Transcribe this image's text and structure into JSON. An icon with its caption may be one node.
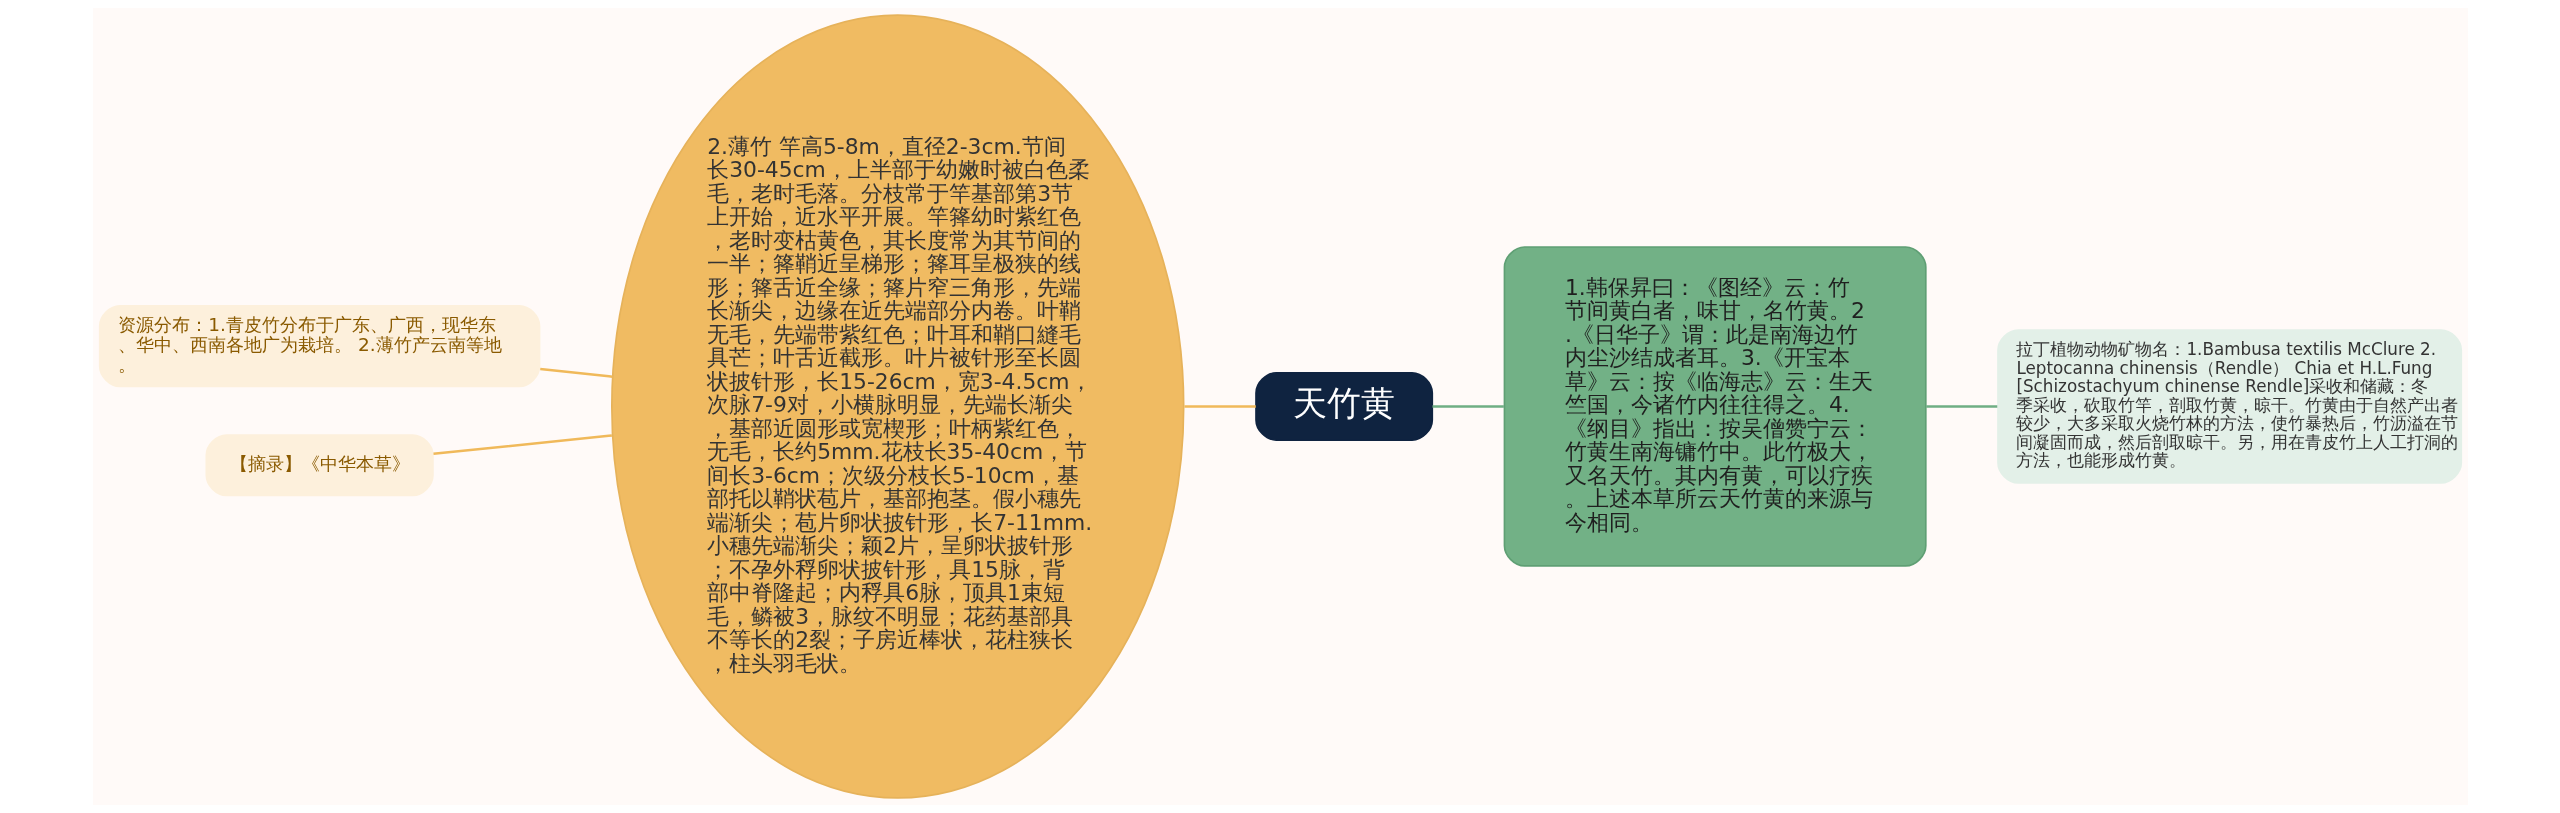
{
  "diagram": {
    "nodes": [
      {
        "text": [
          "天竹黄"
        ]
      },
      {
        "text": [
          "2.薄竹 竿高5-8m，直径2-3cm.节间长30-45cm，上半部于幼嫩时被白色柔毛，老时毛落。分枝常于竿基部第3节上开始，近水平开展。竿箨幼时紫红色，老时变枯黄色，其长度常为其节间的一半；箨鞘近呈梯形；箨耳呈极狭的线形；箨舌近全缘；箨片窄三角形，先端长渐尖，边缘在近先端部分内卷。叶鞘无毛，先端带紫红色；叶耳和鞘口縫毛具芒；叶舌近截形。叶片被针形至长圆状披针形，长15-26cm，宽3-4.5cm，次脉7-9对，小横脉明显，先端长渐尖，基部近圆形或宽楔形；叶柄紫红色，无毛，长约5mm.花枝长35-40cm，节间长3-6cm；次级分枝长5-10cm，基部托以鞘状苞片，基部抱茎。假小穗先端渐尖；苞片卵状披针形，长7-11mm.小穗先端渐尖；颖2片，呈卵状披针形；不孕外稃卵状披针形，具15脉，背部中脊隆起；内稃具6脉，顶具1束短毛，鳞被3，脉纹不明显；花药基部具不等长的2裂；子房近棒状，花柱狭长，柱头羽毛状。"
        ]
      },
      {
        "text": [
          "资源分布：1.青皮竹分布于广东、广西，现华东、华中、西南各地广为栽培。 2.薄竹产云南等地。"
        ]
      },
      {
        "text": [
          "【摘录】《中华本草》"
        ]
      },
      {
        "text": [
          "1.韩保昇曰：《图经》云：竹节间黄白者，味甘，名竹黄。2.《日华子》谓：此是南海边竹内尘沙结成者耳。3.《开宝本草》云：按《临海志》云：生天竺国，今诸竹内往往得之。4.《纲目》指出：按吴僧赞宁云：竹黄生南海镛竹中。此竹极大，又名天竹。其内有黄，可以疗疾。上述本草所云天竹黄的来源与今相同。"
        ]
      },
      {
        "text": [
          "拉丁植物动物矿物名：1.Bambusa textilis McClure 2.Leptocanna chinensis（Rendle） Chia et H.L.Fung [Schizostachyum chinense Rendle]采收和储藏：冬季采收，砍取竹竿，剖取竹黄，晾干。竹黄由于自然产出者较少，大多采取火烧竹林的方法，使竹暴热后，竹沥溢在节间凝固而成，然后剖取晾干。另，用在青皮竹上人工打洞的方法，也能形成竹黄。"
        ]
      }
    ],
    "edges": [
      {
        "from": 1,
        "to": 0,
        "arrow": "none"
      },
      {
        "from": 2,
        "to": 1,
        "arrow": "none"
      },
      {
        "from": 3,
        "to": 1,
        "arrow": "none"
      },
      {
        "from": 0,
        "to": 4,
        "arrow": "none",
        "color": "#6fae84"
      },
      {
        "from": 4,
        "to": 5,
        "arrow": "none",
        "color": "#6fae84"
      }
    ]
  }
}
